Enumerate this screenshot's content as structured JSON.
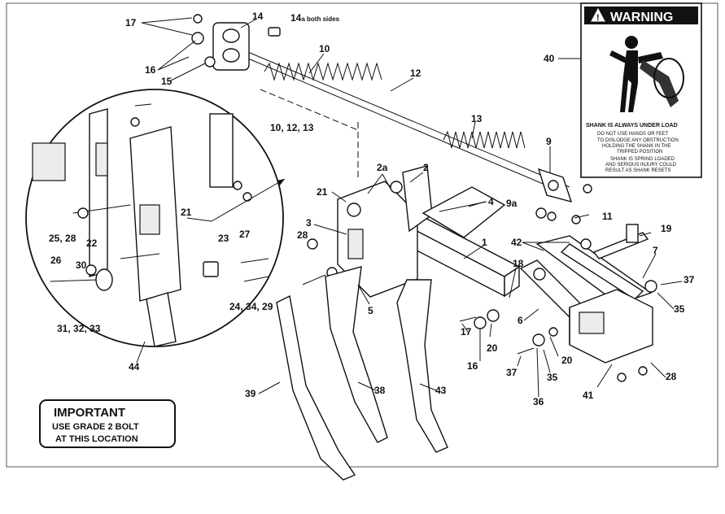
{
  "callouts": {
    "c1": "1",
    "c2": "2",
    "c2a": "2a",
    "c3": "3",
    "c4": "4",
    "c5": "5",
    "c6": "6",
    "c7": "7",
    "c9": "9",
    "c9a": "9a",
    "c10": "10",
    "c10_12_13": "10, 12, 13",
    "c11": "11",
    "c12": "12",
    "c13": "13",
    "c14": "14",
    "c14a": "14",
    "c14a_suffix": "a both sides",
    "c15": "15",
    "c16a": "16",
    "c16b": "16",
    "c17a": "17",
    "c17b": "17",
    "c18": "18",
    "c19": "19",
    "c20a": "20",
    "c20b": "20",
    "c21a": "21",
    "c21b": "21",
    "c22": "22",
    "c23": "23",
    "c24_34_29": "24, 34, 29",
    "c25_28": "25, 28",
    "c26": "26",
    "c27": "27",
    "c28a": "28",
    "c28b": "28",
    "c30": "30",
    "c31_32_33": "31, 32, 33",
    "c35a": "35",
    "c35b": "35",
    "c36": "36",
    "c37a": "37",
    "c37b": "37",
    "c38": "38",
    "c39": "39",
    "c40": "40",
    "c41": "41",
    "c42": "42",
    "c43": "43",
    "c44": "44"
  },
  "warning_decal": {
    "header": "WARNING",
    "title": "SHANK IS ALWAYS UNDER LOAD",
    "line1": "DO NOT USE HANDS OR FEET",
    "line2": "TO DISLODGE ANY OBSTRUCTION",
    "line3": "HOLDING THE SHANK IN THE",
    "line4": "TRIPPED POSITION",
    "line5": "SHANK IS SPRING LOADED",
    "line6": "AND SERIOUS INJURY COULD",
    "line7": "RESULT AS SHANK RESETS"
  },
  "important_decal": {
    "header": "IMPORTANT",
    "line1": "USE GRADE 2 BOLT",
    "line2": "AT THIS LOCATION"
  },
  "colors": {
    "ink": "#111111",
    "paper": "#ffffff",
    "shade": "#ececec"
  }
}
